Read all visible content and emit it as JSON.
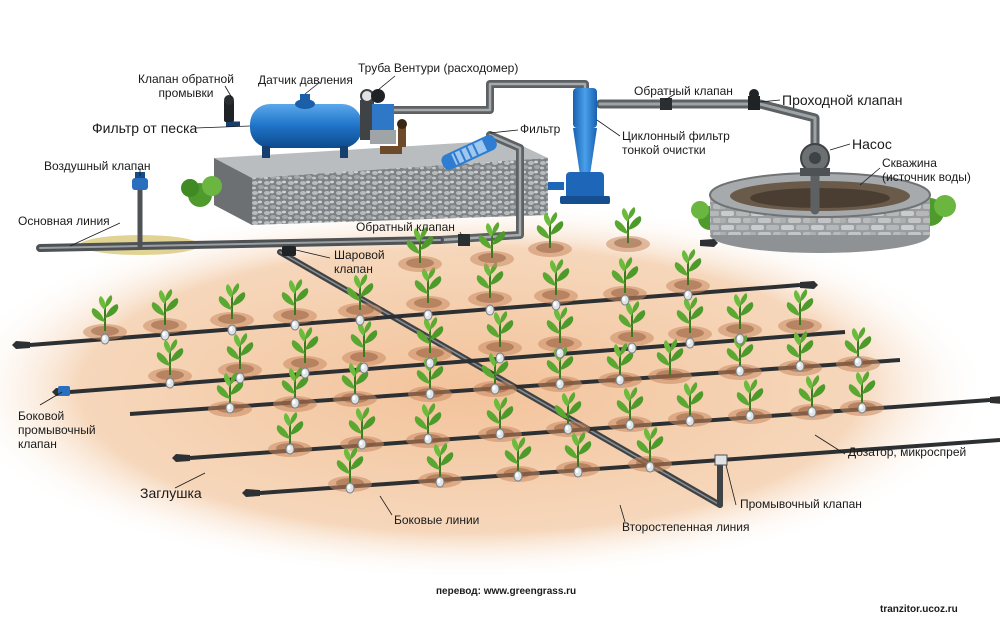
{
  "labels": {
    "backwash_valve": "Клапан обратной\nпромывки",
    "pressure_sensor": "Датчик давления",
    "venturi": "Труба Вентури (расходомер)",
    "sand_filter": "Фильтр от песка",
    "filter": "Фильтр",
    "cyclone_filter": "Циклонный фильтр\nтонкой очистки",
    "check_valve_top": "Обратный клапан",
    "through_valve": "Проходной клапан",
    "pump": "Насос",
    "well": "Скважина\n(источник воды)",
    "air_valve": "Воздушный клапан",
    "main_line": "Основная линия",
    "check_valve_bottom": "Обратный клапан",
    "ball_valve": "Шаровой\nклапан",
    "side_flush_valve": "Боковой\nпромывочный\nклапан",
    "dispenser": "Дозатор, микроспрей",
    "end_cap": "Заглушка",
    "flush_valve": "Промывочный клапан",
    "lateral_lines": "Боковые линии",
    "secondary_line": "Второстепенная линия"
  },
  "credits": {
    "translation": "перевод: www.greengrass.ru",
    "source": "tranzitor.ucoz.ru"
  },
  "colors": {
    "soil": "#f3c9a2",
    "pipe": "#6b6e70",
    "tank": "#1f73c8",
    "gravel": "#8a8f92",
    "leaf": "#4c9a2a"
  }
}
